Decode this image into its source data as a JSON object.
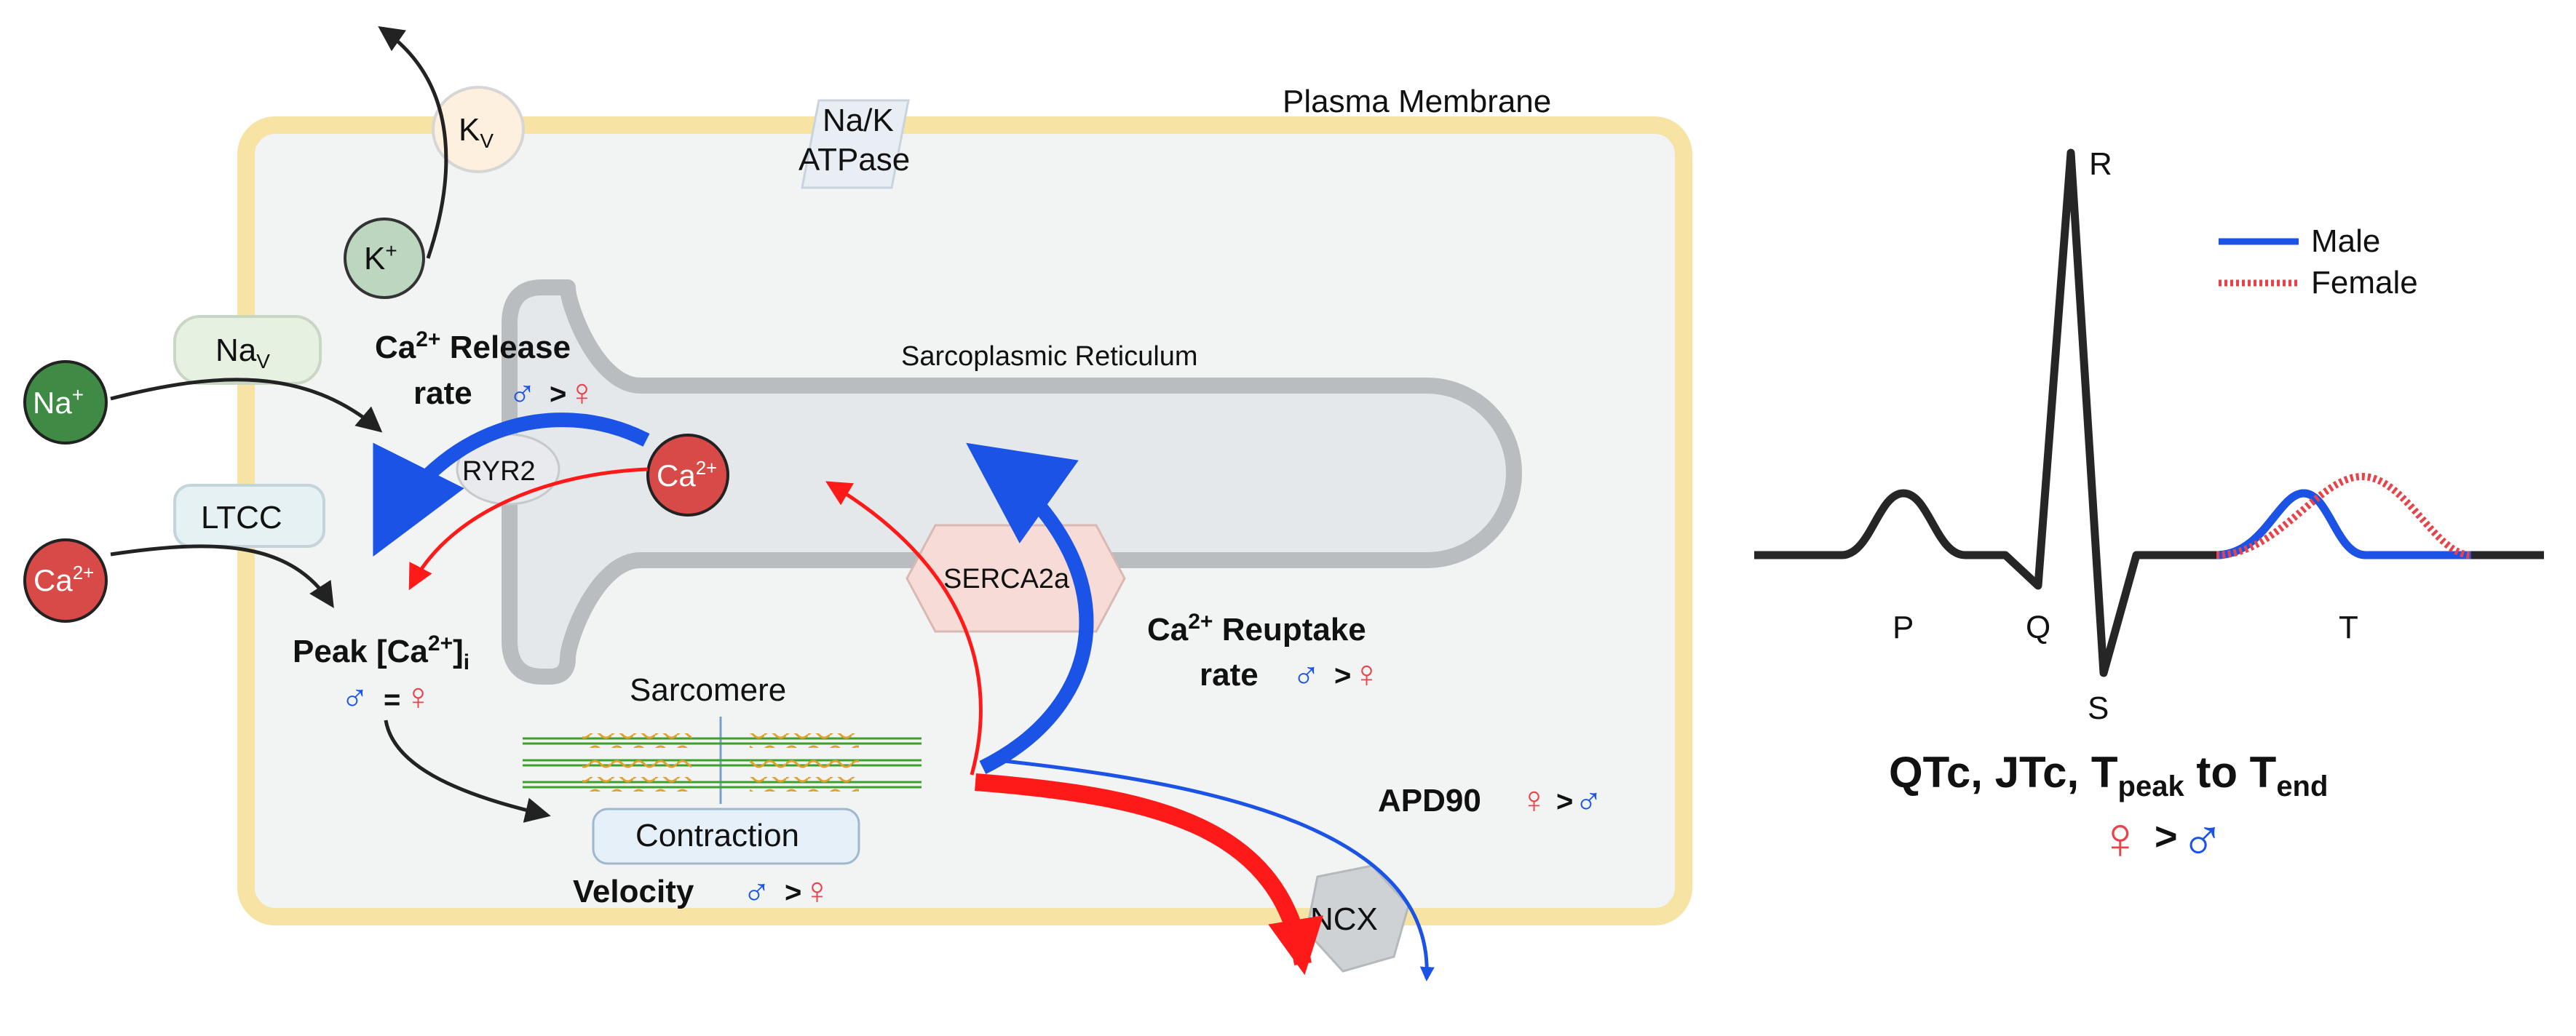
{
  "cell": {
    "membrane_label": "Plasma Membrane",
    "sr_label": "Sarcoplasmic Reticulum",
    "sarcomere_label": "Sarcomere",
    "contraction_label": "Contraction"
  },
  "channels": {
    "kv": {
      "base": "K",
      "sub": "V"
    },
    "nav": {
      "base": "Na",
      "sub": "V"
    },
    "ltcc": "LTCC",
    "ryr2": "RYR2",
    "serca": "SERCA2a",
    "ncx": "NCX",
    "nak_line1": "Na/K",
    "nak_line2": "ATPase"
  },
  "ions": {
    "k": {
      "base": "K",
      "sup": "+"
    },
    "na": {
      "base": "Na",
      "sup": "+"
    },
    "ca_out": {
      "base": "Ca",
      "sup": "2+"
    },
    "ca_sr": {
      "base": "Ca",
      "sup": "2+"
    }
  },
  "annotations": {
    "release": {
      "line1_prefix": "Ca",
      "line1_sup": "2+",
      "line1_suffix": " Release",
      "line2": "rate",
      "op": ">"
    },
    "reuptake": {
      "line1_prefix": "Ca",
      "line1_sup": "2+",
      "line1_suffix": " Reuptake",
      "line2": "rate",
      "op": ">"
    },
    "peak": {
      "prefix": "Peak [Ca",
      "sup": "2+",
      "suffix": "]",
      "sub": "i",
      "op": "="
    },
    "velocity": {
      "label": "Velocity",
      "op": ">"
    },
    "apd90": {
      "label": "APD90",
      "op": ">"
    },
    "qt": {
      "text": "QTc, JTc, T",
      "sub1": "peak",
      "mid": " to T",
      "sub2": "end",
      "op": ">"
    }
  },
  "symbols": {
    "male": "♂",
    "female": "♀"
  },
  "ecg": {
    "waves": {
      "p": "P",
      "q": "Q",
      "r": "R",
      "s": "S",
      "t": "T"
    },
    "legend": {
      "male": "Male",
      "female": "Female"
    }
  },
  "colors": {
    "male": "#1a53e6",
    "female": "#e8434a",
    "membrane": "#f7e3a3",
    "cell_fill": "#f2f3f3",
    "sr_fill": "#e5e8eb",
    "sr_stroke": "#b9bdc0",
    "k_ion": "#bcd6bf",
    "na_ion": "#3f8a45",
    "ca_ion": "#d74a48",
    "dark_arrow": "#222222"
  }
}
